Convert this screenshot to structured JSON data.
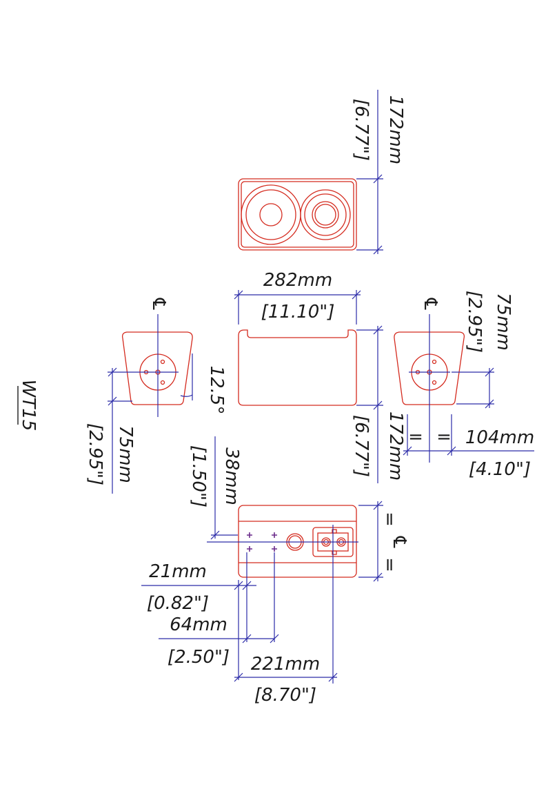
{
  "model": "WT15",
  "labels": {
    "front_height_mm": "172mm",
    "front_height_in": "[6.77\"]",
    "width_mm": "282mm",
    "width_in": "[11.10\"]",
    "side_height_mm": "172mm",
    "side_height_in": "[6.77\"]",
    "left_mount_mm": "75mm",
    "left_mount_in": "[2.95\"]",
    "right_mount_mm": "75mm",
    "right_mount_in": "[2.95\"]",
    "angle": "12.5°",
    "bracket_spacing_mm": "104mm",
    "bracket_spacing_in": "[4.10\"]",
    "bottom_offset_mm": "38mm",
    "bottom_offset_in": "[1.50\"]",
    "hole1_mm": "21mm",
    "hole1_in": "[0.82\"]",
    "hole2_mm": "64mm",
    "hole2_in": "[2.50\"]",
    "connector_mm": "221mm",
    "connector_in": "[8.70\"]",
    "centerline": "℄",
    "equal": "="
  },
  "colors": {
    "outline": "#d42a1e",
    "dimension": "#2a2aa8",
    "holes": "#6a2a8a",
    "text": "#1a1a1a"
  }
}
